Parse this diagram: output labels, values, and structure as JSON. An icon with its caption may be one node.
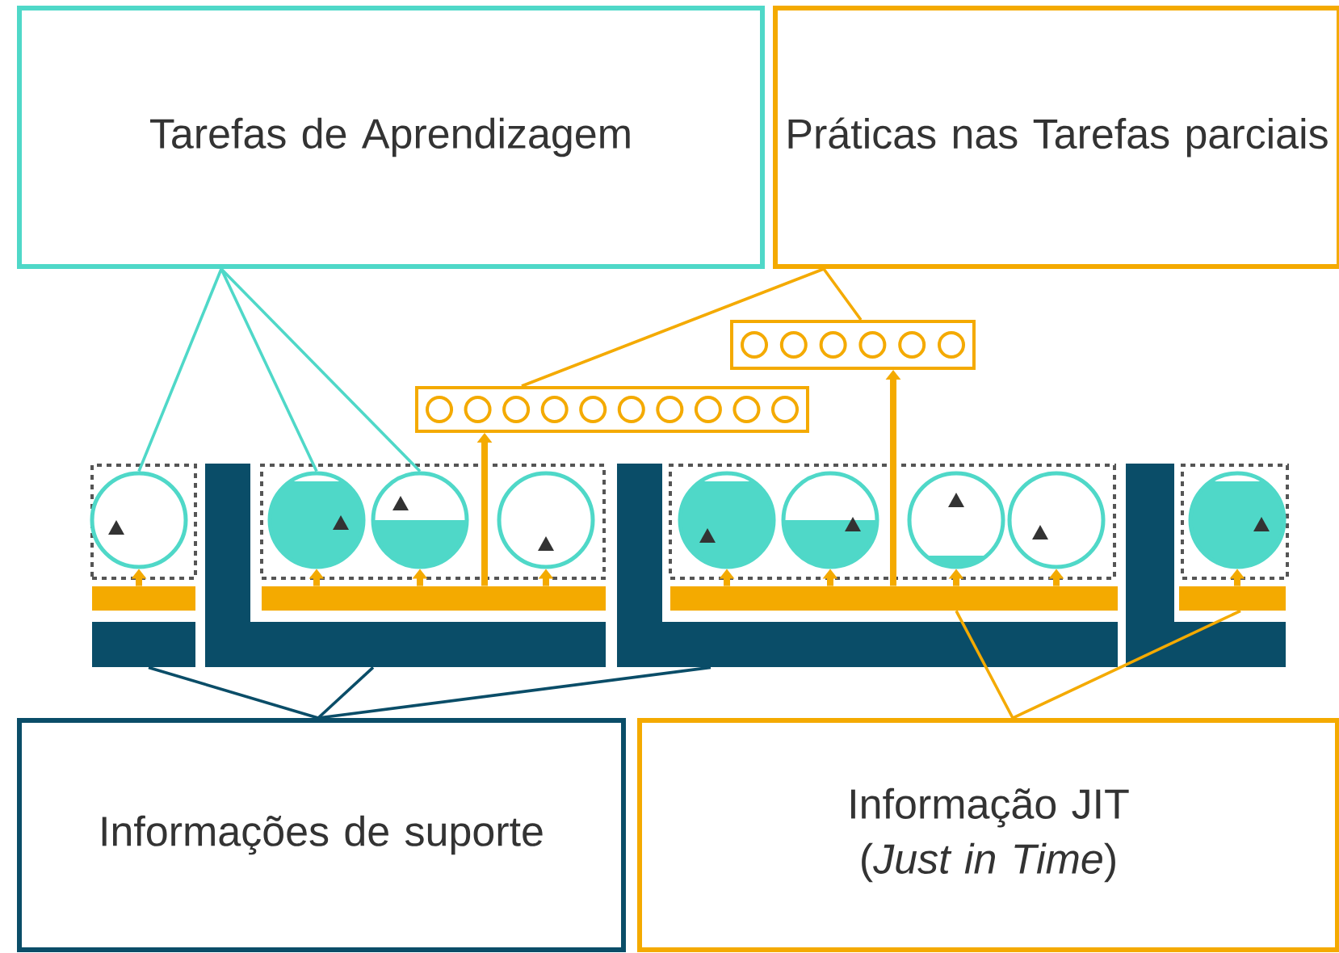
{
  "diagram": {
    "nodes": [
      {
        "text": [
          "Tarefas de Aprendizagem"
        ]
      },
      {
        "text": [
          "Práticas nas Tarefas parciais"
        ]
      },
      {
        "text": [
          "Informações de suporte"
        ]
      },
      {
        "text": [
          "Informação JIT (*Just in Time*)"
        ]
      },
      {
        "text": [],
        "shape": "box"
      },
      {
        "text": [],
        "shape": "box"
      },
      {
        "text": [],
        "shape": "box"
      },
      {
        "text": [],
        "shape": "circle",
        "in": 6
      },
      {
        "text": [],
        "shape": "box"
      },
      {
        "text": [],
        "shape": "circle",
        "in": 8
      },
      {
        "text": [],
        "shape": "circle",
        "in": 8
      },
      {
        "text": [],
        "shape": "circle",
        "in": 8
      },
      {
        "text": [],
        "shape": "box"
      },
      {
        "text": [],
        "shape": "circle",
        "in": 12
      },
      {
        "text": [],
        "shape": "circle",
        "in": 12
      },
      {
        "text": [],
        "shape": "circle",
        "in": 12
      },
      {
        "text": [],
        "shape": "circle",
        "in": 12
      },
      {
        "text": [],
        "shape": "box"
      },
      {
        "text": [],
        "shape": "circle",
        "in": 17
      },
      {
        "text": [],
        "shape": "bar"
      },
      {
        "text": [],
        "shape": "bar"
      },
      {
        "text": [],
        "shape": "bar"
      },
      {
        "text": [],
        "shape": "bar"
      },
      {
        "text": [],
        "shape": "bar"
      },
      {
        "text": [],
        "shape": "bar"
      },
      {
        "text": [],
        "shape": "bar"
      },
      {
        "text": [],
        "shape": "bar"
      }
    ],
    "edges": [
      {
        "from": 0,
        "to": 7,
        "arrow": "none",
        "color": "#4fd8c8"
      },
      {
        "from": 0,
        "to": 9,
        "arrow": "none",
        "color": "#4fd8c8"
      },
      {
        "from": 0,
        "to": 10,
        "arrow": "none",
        "color": "#4fd8c8"
      },
      {
        "from": 1,
        "to": 4,
        "arrow": "none"
      },
      {
        "from": 1,
        "to": 5,
        "arrow": "none"
      },
      {
        "from": 20,
        "to": 4,
        "arrow": "to"
      },
      {
        "from": 21,
        "to": 5,
        "arrow": "to"
      },
      {
        "from": 19,
        "to": 7,
        "arrow": "to"
      },
      {
        "from": 20,
        "to": 9,
        "arrow": "to"
      },
      {
        "from": 20,
        "to": 10,
        "arrow": "to"
      },
      {
        "from": 20,
        "to": 11,
        "arrow": "to"
      },
      {
        "from": 21,
        "to": 13,
        "arrow": "to"
      },
      {
        "from": 21,
        "to": 14,
        "arrow": "to"
      },
      {
        "from": 21,
        "to": 15,
        "arrow": "to"
      },
      {
        "from": 21,
        "to": 16,
        "arrow": "to"
      },
      {
        "from": 22,
        "to": 18,
        "arrow": "to"
      },
      {
        "from": 2,
        "to": 23,
        "arrow": "none",
        "color": "#0a4d68"
      },
      {
        "from": 2,
        "to": 24,
        "arrow": "none",
        "color": "#0a4d68"
      },
      {
        "from": 2,
        "to": 25,
        "arrow": "none",
        "color": "#0a4d68"
      },
      {
        "from": 3,
        "to": 21,
        "arrow": "none"
      },
      {
        "from": 3,
        "to": 22,
        "arrow": "none"
      }
    ]
  }
}
